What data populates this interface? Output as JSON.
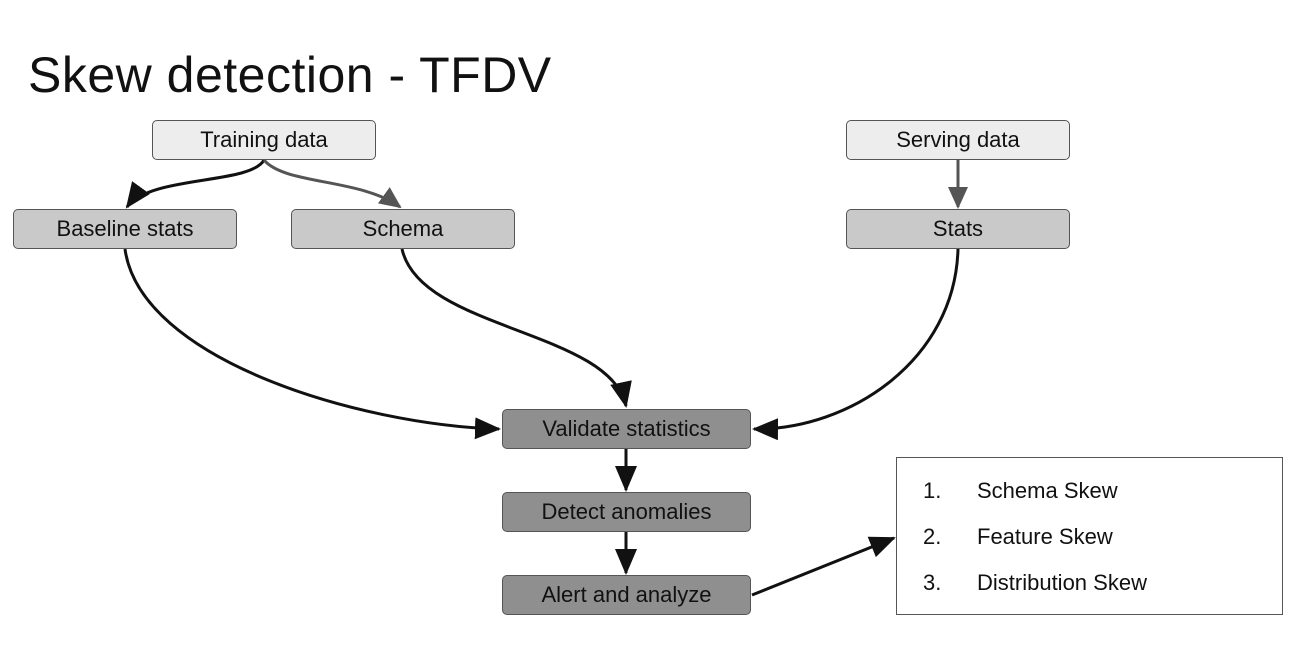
{
  "title": "Skew detection - TFDV",
  "nodes": {
    "training_data": "Training data",
    "baseline_stats": "Baseline stats",
    "schema": "Schema",
    "serving_data": "Serving data",
    "stats": "Stats",
    "validate_statistics": "Validate statistics",
    "detect_anomalies": "Detect anomalies",
    "alert_and_analyze": "Alert and analyze"
  },
  "skew_types": [
    {
      "number": "1.",
      "label": "Schema Skew"
    },
    {
      "number": "2.",
      "label": "Feature Skew"
    },
    {
      "number": "3.",
      "label": "Distribution Skew"
    }
  ],
  "colors": {
    "light_box": "#ededed",
    "mid_box": "#c9c9c9",
    "dark_box": "#8f8f8f",
    "arrow": "#111111",
    "arrow_gray": "#555555"
  }
}
